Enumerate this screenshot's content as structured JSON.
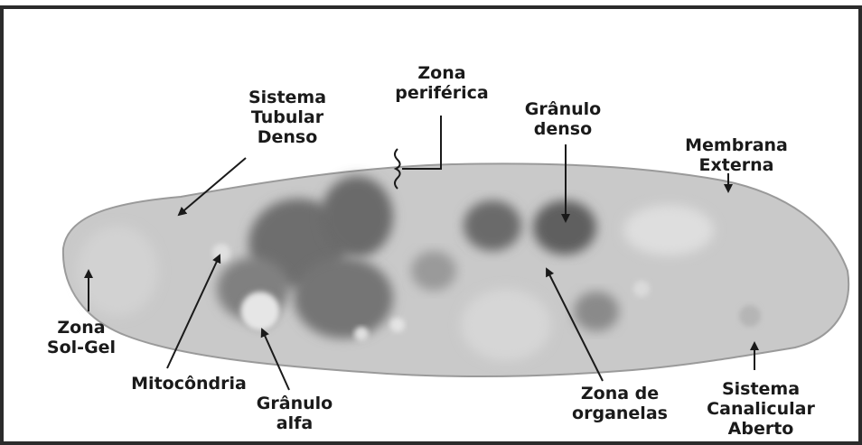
{
  "labels": {
    "zona_periferica": [
      "Zona",
      "periférica"
    ],
    "sistema_tubular_denso": [
      "Sistema",
      "Tubular",
      "Denso"
    ],
    "granulo_denso": [
      "Grânulo",
      "denso"
    ],
    "membrana_externa": [
      "Membrana",
      "Externa"
    ],
    "zona_sol_gel": [
      "Zona",
      "Sol-Gel"
    ],
    "mitocondria": [
      "Mitocôndria"
    ],
    "granulo_alfa": [
      "Grânulo",
      "alfa"
    ],
    "zona_de_organelas": [
      "Zona de",
      "organelas"
    ],
    "sistema_canalicular_aberto": [
      "Sistema",
      "Canalicular",
      "Aberto"
    ]
  },
  "colors": {
    "frame": "#2b2b2b",
    "cytoplasm": "#c9c9c9",
    "cytoplasm_light": "#dcdcdc",
    "granule_dark": "#5a5a5a",
    "arrow": "#1a1a1a"
  }
}
